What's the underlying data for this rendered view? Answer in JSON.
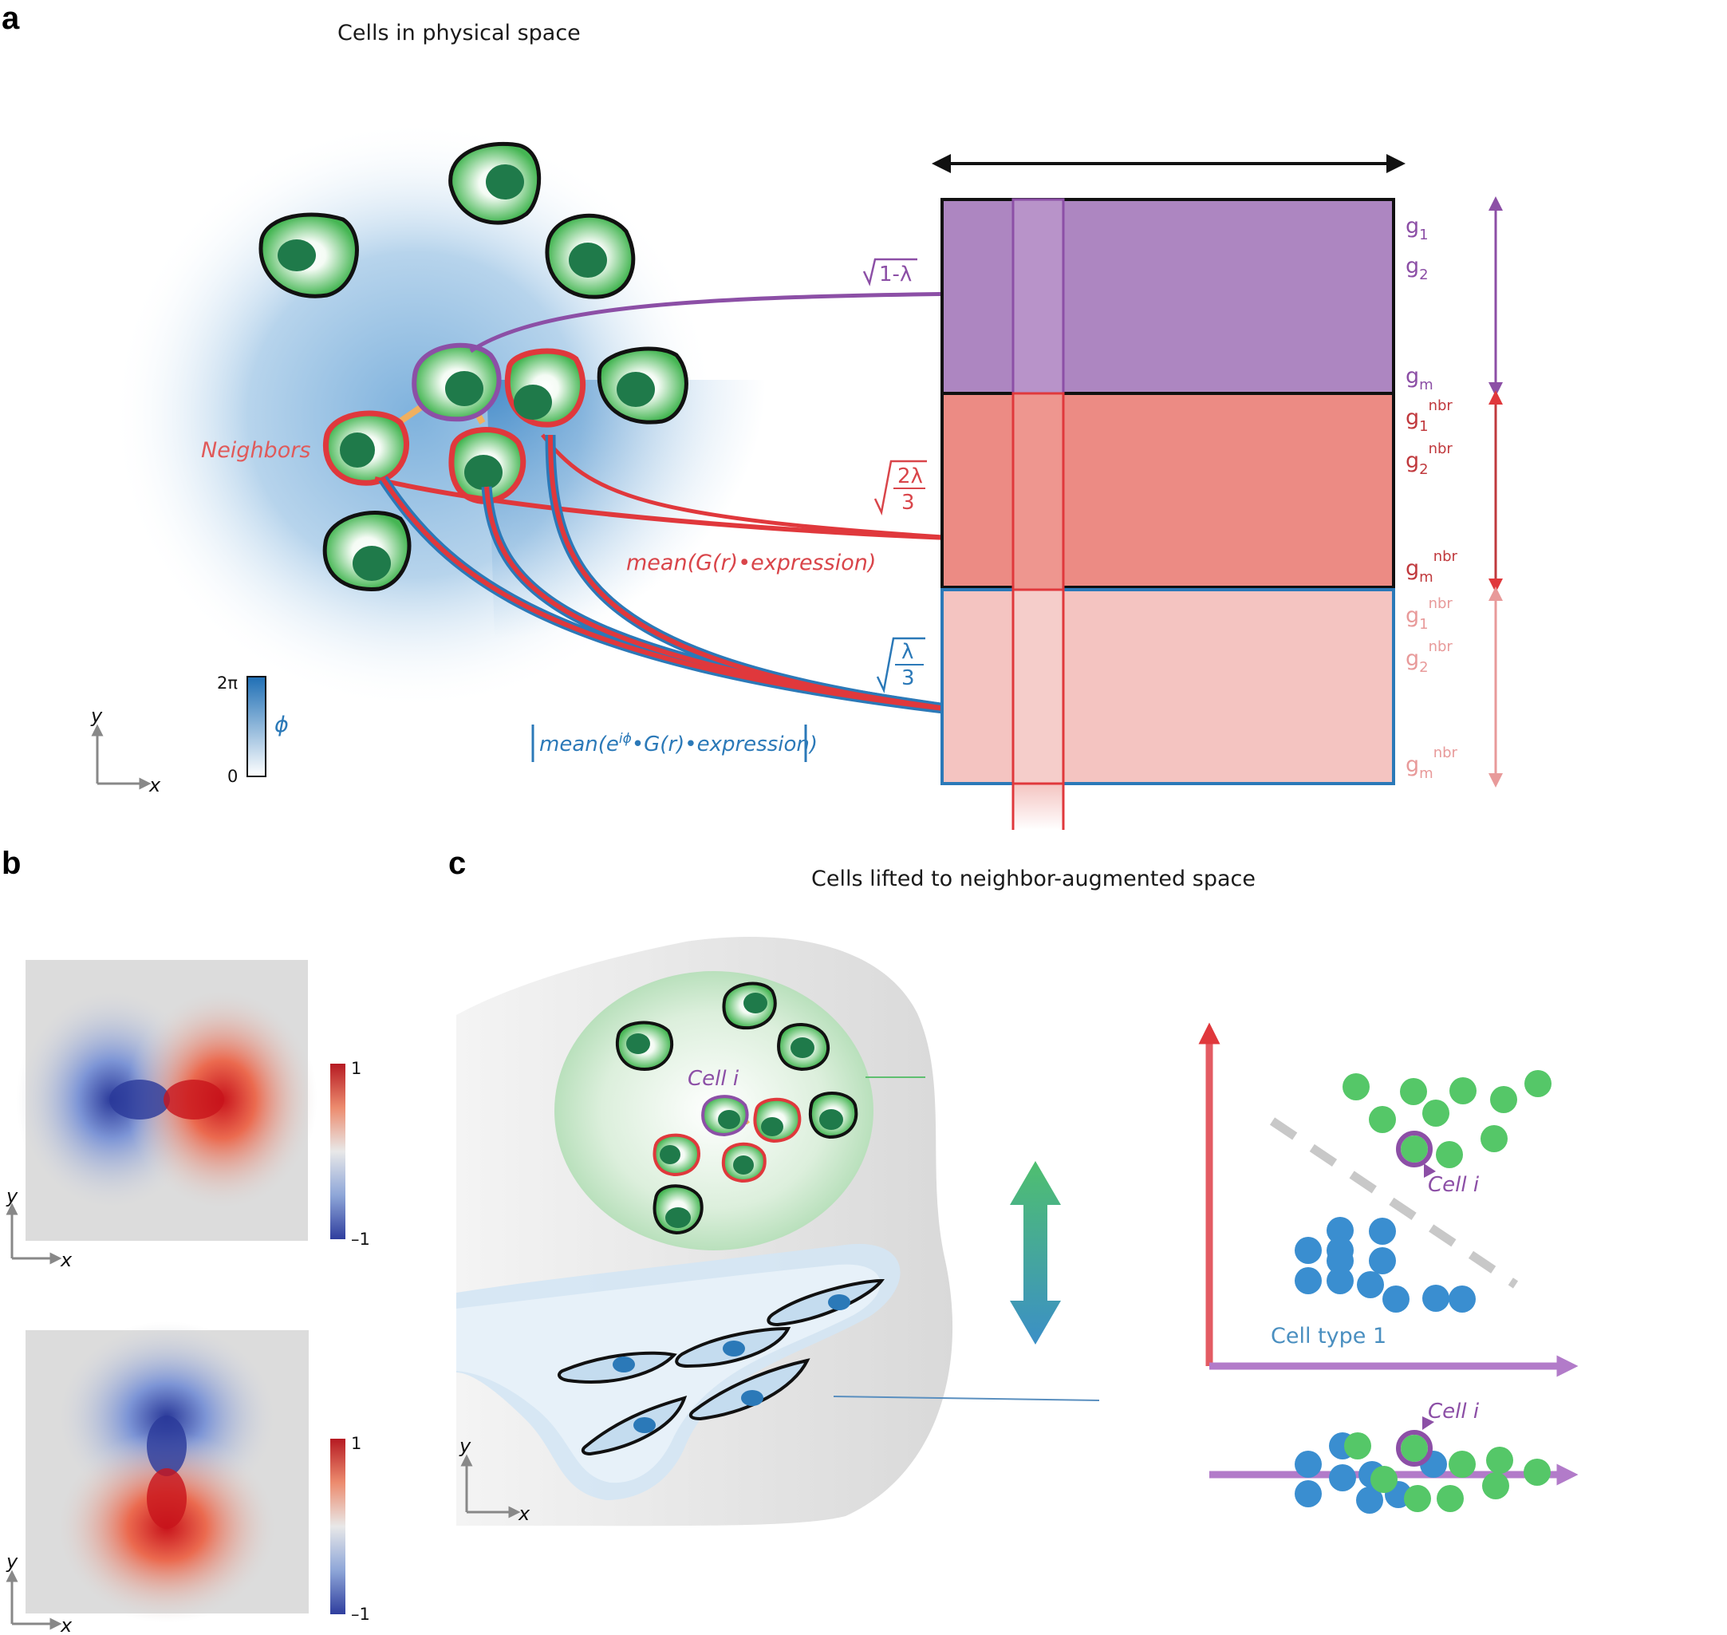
{
  "panels": {
    "a": "a",
    "b": "b",
    "c": "c"
  },
  "titles": {
    "physical": "Cells in physical space",
    "lifted": "Cells lifted to neighbor-augmented space"
  },
  "labels": {
    "neighbors": "Neighbors",
    "mean_expr": "mean(G(r)•expression)",
    "mean_phase_a": "mean(e",
    "mean_phase_sup": "iϕ",
    "mean_phase_b": "•G(r)•expression)",
    "sqrt_1": "1-λ",
    "sqrt_2_num": "2λ",
    "sqrt_2_den": "3",
    "sqrt_3_num": "λ",
    "sqrt_3_den": "3",
    "phi_top": "2π",
    "phi_bottom": "0",
    "phi_symbol": "ϕ",
    "axis_x": "x",
    "axis_y": "y",
    "cell_i": "Cell i",
    "cell_type_1": "Cell type 1",
    "cb_top": "1",
    "cb_bottom": "–1"
  },
  "gene_labels": {
    "g": "g",
    "s1": "1",
    "s2": "2",
    "sm": "m",
    "nbr": "nbr"
  },
  "colors": {
    "purple": "#8c4fa6",
    "red": "#e0383c",
    "pink": "#f3c3c0",
    "blue": "#2b79b8",
    "green": "#4fbf5b",
    "dark_green": "#1f7a4a",
    "block_purple": "#ad86c1",
    "block_red": "#ec8b84",
    "block_pink": "#f4c4c1"
  },
  "icons": {
    "cell": "green-cell-icon",
    "fibroblast": "blue-spindle-cell-icon",
    "arrow": "arrow-icon"
  }
}
